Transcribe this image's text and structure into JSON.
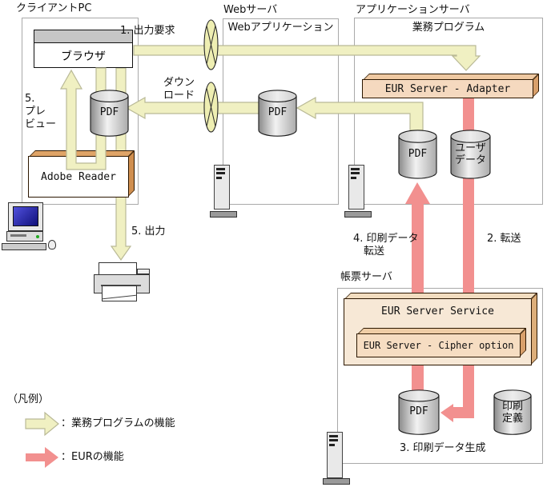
{
  "nodes": {
    "client_pc": {
      "title": "クライアントPC",
      "browser": "ブラウザ",
      "adobe_reader": "Adobe Reader",
      "pdf": "PDF"
    },
    "web_server": {
      "title": "Webサーバ",
      "web_application": "Webアプリケーション",
      "pdf": "PDF"
    },
    "app_server": {
      "title": "アプリケーションサーバ",
      "business_program": "業務プログラム",
      "adapter": "EUR Server - Adapter",
      "pdf": "PDF",
      "user_data_l1": "ユーザ",
      "user_data_l2": "データ"
    },
    "report_server": {
      "title": "帳票サーバ",
      "service": "EUR Server Service",
      "cipher": "EUR Server - Cipher option",
      "pdf": "PDF",
      "print_def_l1": "印刷",
      "print_def_l2": "定義"
    }
  },
  "flow_labels": {
    "step1": "1. 出力要求",
    "download_l1": "ダウン",
    "download_l2": "ロード",
    "step5_preview_l1": "5.",
    "step5_preview_l2": "プレ",
    "step5_preview_l3": "ビュー",
    "step5_output": "5. 出力",
    "step2": "2. 転送",
    "step3": "3. 印刷データ生成",
    "step4_l1": "4. 印刷データ",
    "step4_l2": "転送"
  },
  "legend": {
    "heading": "（凡例）",
    "program_flow": "：業務プログラムの機能",
    "eur_flow": "：EURの機能"
  },
  "colors": {
    "program_flow_fill": "#f0f0c2",
    "eur_flow_fill": "#f2908f",
    "eur_box_face": "#f5d9bf"
  }
}
